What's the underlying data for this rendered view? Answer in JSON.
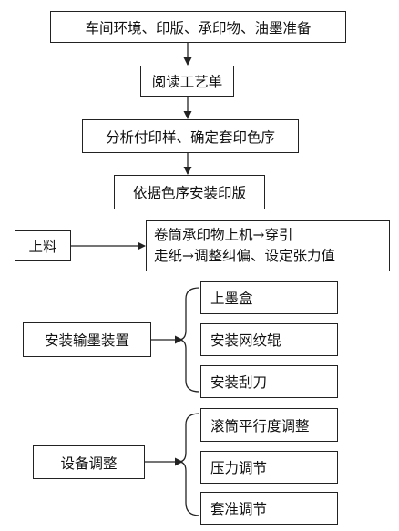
{
  "flow": {
    "step1": "车间环境、印版、承印物、油墨准备",
    "step2": "阅读工艺单",
    "step3": "分析付印样、确定套印色序",
    "step4": "依据色序安装印版"
  },
  "loading": {
    "label": "上料",
    "line1": "卷筒承印物上机→穿引",
    "line2": "走纸→调整纠偏、设定张力值"
  },
  "inking": {
    "label": "安装输墨装置",
    "items": [
      "上墨盒",
      "安装网纹辊",
      "安装刮刀"
    ]
  },
  "adjust": {
    "label": "设备调整",
    "items": [
      "滚筒平行度调整",
      "压力调节",
      "套准调节"
    ]
  }
}
